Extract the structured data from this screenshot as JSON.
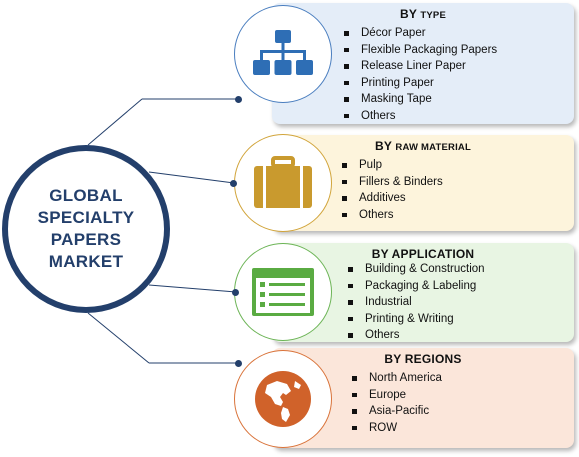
{
  "center": {
    "title": "GLOBAL SPECIALTY PAPERS MARKET"
  },
  "sections": [
    {
      "icon": "hierarchy-icon",
      "heading": {
        "main": "BY ",
        "small": "TYPE"
      },
      "items": [
        "Décor Paper",
        "Flexible Packaging Papers",
        "Release Liner Paper",
        "Printing Paper",
        "Masking Tape",
        "Others"
      ],
      "colors": {
        "card_bg": "#e4edf8",
        "border": "#4a7ebf",
        "icon": "#2e6eb5"
      }
    },
    {
      "icon": "briefcase-icon",
      "heading": {
        "main": "BY ",
        "small": "RAW MATERIAL"
      },
      "items": [
        "Pulp",
        "Fillers & Binders",
        "Additives",
        "Others"
      ],
      "colors": {
        "card_bg": "#fdf4dc",
        "border": "#d1a43a",
        "icon": "#c99a2e"
      }
    },
    {
      "icon": "form-list-icon",
      "heading": {
        "main": "BY APPLICATION",
        "small": ""
      },
      "items": [
        "Building & Construction",
        "Packaging & Labeling",
        "Industrial",
        "Printing & Writing",
        "Others"
      ],
      "colors": {
        "card_bg": "#e8f5e3",
        "border": "#6cb456",
        "icon": "#5aab42"
      }
    },
    {
      "icon": "globe-icon",
      "heading": {
        "main": "BY REGIONS",
        "small": ""
      },
      "items": [
        "North America",
        "Europe",
        "Asia-Pacific",
        "ROW"
      ],
      "colors": {
        "card_bg": "#fbe6da",
        "border": "#d9733a",
        "icon": "#d0622a"
      }
    }
  ],
  "colors": {
    "center_ring": "#233f6b",
    "connector": "#233f6b"
  }
}
